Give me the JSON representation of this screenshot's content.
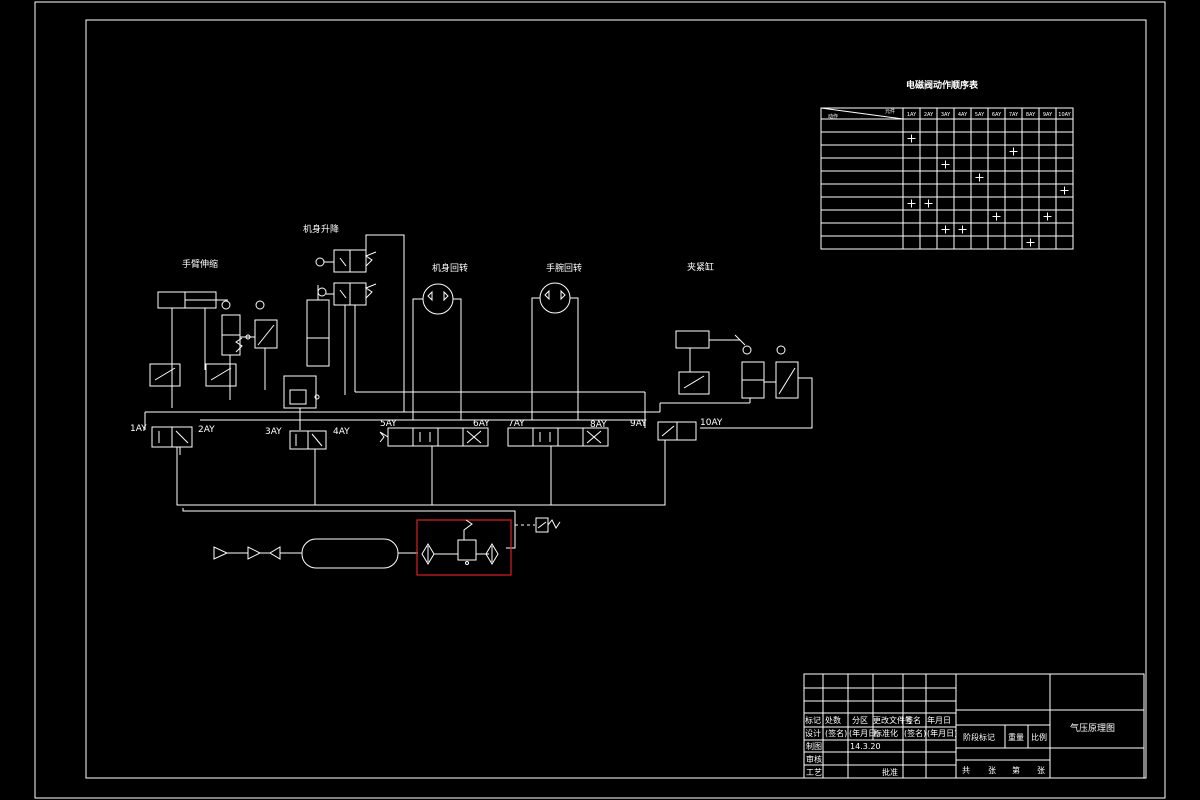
{
  "sequence_table": {
    "title": "电磁阀动作顺序表",
    "corner_top": "元件",
    "corner_bottom": "动作",
    "columns": [
      "1AY",
      "2AY",
      "3AY",
      "4AY",
      "5AY",
      "6AY",
      "7AY",
      "8AY",
      "9AY",
      "10AY"
    ],
    "rows": [
      "",
      "",
      "",
      "",
      "",
      "",
      "",
      "",
      "",
      ""
    ],
    "marks": [
      [
        7,
        8
      ],
      [
        1,
        0
      ],
      [
        2,
        6
      ],
      [
        3,
        2
      ],
      [
        4,
        4
      ],
      [
        5,
        9
      ],
      [
        6,
        0
      ],
      [
        6,
        1
      ],
      [
        7,
        5
      ],
      [
        8,
        2
      ],
      [
        8,
        3
      ],
      [
        9,
        7
      ]
    ]
  },
  "labels": {
    "arm_extend": "手臂伸缩",
    "body_lift": "机身升降",
    "body_rotate": "机身回转",
    "wrist_rotate": "手腕回转",
    "clamp_cylinder": "夹紧缸",
    "v1": "1AY",
    "v2": "2AY",
    "v3": "3AY",
    "v4": "4AY",
    "v5": "5AY",
    "v6": "6AY",
    "v7": "7AY",
    "v8": "8AY",
    "v9": "9AY",
    "v10": "10AY"
  },
  "title_block": {
    "h_mark": "标记",
    "h_count": "处数",
    "h_zone": "分区",
    "h_docno": "更改文件号",
    "h_sign": "签名",
    "h_date": "年月日",
    "design": "设计",
    "sign2": "(签名)",
    "date2": "(年月日)",
    "standardize": "标准化",
    "sign3": "(签名)",
    "date3": "(年月日)",
    "drawing": "制图",
    "draw_date": "14.3.20",
    "review": "审核",
    "process": "工艺",
    "approve": "批准",
    "stage_mark": "阶段标记",
    "weight": "重量",
    "scale": "比例",
    "total": "共",
    "sheets": "张",
    "sheet_no": "第",
    "sheet": "张",
    "drawing_title": "气压原理图"
  }
}
